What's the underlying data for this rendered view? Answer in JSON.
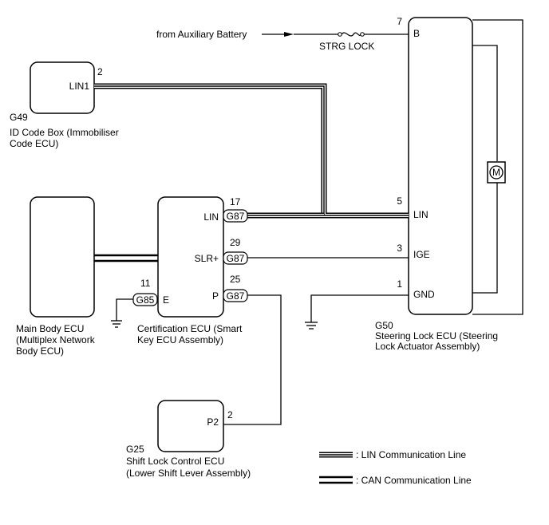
{
  "supply": {
    "label": "from Auxiliary Battery",
    "fuse": "STRG LOCK"
  },
  "id_code_box": {
    "code": "G49",
    "name_line1": "ID Code Box (Immobiliser",
    "name_line2": "Code ECU)",
    "pin_label": "LIN1",
    "pin_number": "2"
  },
  "main_body_ecu": {
    "name_line1": "Main Body ECU",
    "name_line2": "(Multiplex Network",
    "name_line3": "Body ECU)"
  },
  "certification_ecu": {
    "name_line1": "Certification ECU (Smart",
    "name_line2": "Key ECU Assembly)",
    "pins": {
      "lin": {
        "label": "LIN",
        "number": "17",
        "connector": "G87"
      },
      "slr": {
        "label": "SLR+",
        "number": "29",
        "connector": "G87"
      },
      "p": {
        "label": "P",
        "number": "25",
        "connector": "G87"
      },
      "e": {
        "label": "E",
        "number": "11",
        "connector": "G85"
      }
    }
  },
  "shift_lock_ecu": {
    "code": "G25",
    "name_line1": "Shift Lock Control ECU",
    "name_line2": "(Lower Shift Lever Assembly)",
    "pin_label": "P2",
    "pin_number": "2"
  },
  "steering_lock_ecu": {
    "code": "G50",
    "name_line1": "Steering Lock ECU (Steering",
    "name_line2": "Lock Actuator Assembly)",
    "motor_symbol": "M",
    "pins": {
      "b": {
        "label": "B",
        "number": "7"
      },
      "lin": {
        "label": "LIN",
        "number": "5"
      },
      "ige": {
        "label": "IGE",
        "number": "3"
      },
      "gnd": {
        "label": "GND",
        "number": "1"
      }
    }
  },
  "legend": {
    "lin_line": ": LIN Communication Line",
    "can_line": ": CAN Communication Line"
  }
}
